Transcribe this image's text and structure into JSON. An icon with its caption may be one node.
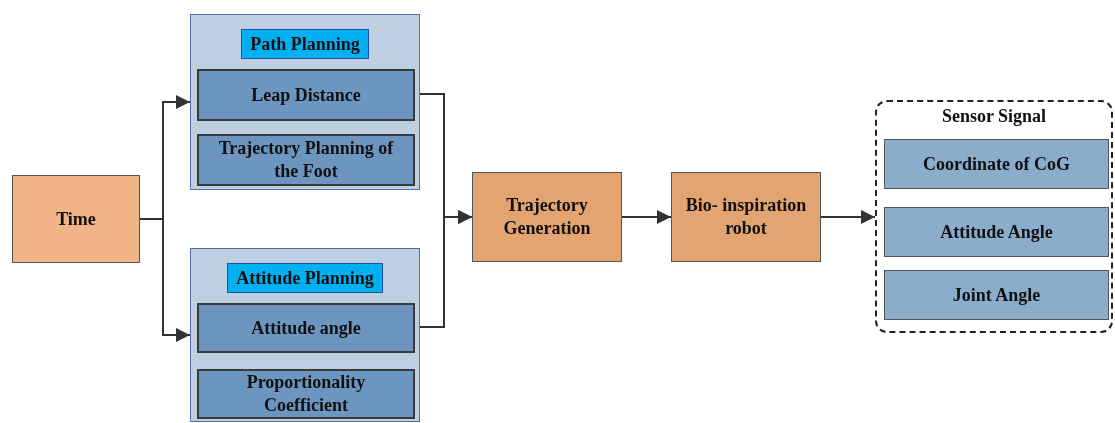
{
  "diagram": {
    "nodes": [
      {
        "text": [
          "Time"
        ]
      },
      {
        "text": [
          "Path Planning"
        ]
      },
      {
        "text": [
          "Leap Distance"
        ],
        "in": 1
      },
      {
        "text": [
          "Trajectory Planning of the Foot"
        ],
        "in": 1
      },
      {
        "text": [
          "Attitude Planning"
        ]
      },
      {
        "text": [
          "Attitude angle"
        ],
        "in": 4
      },
      {
        "text": [
          "Proportionality Coefficient"
        ],
        "in": 4
      },
      {
        "text": [
          "Trajectory Generation"
        ]
      },
      {
        "text": [
          "Bio- inspiration robot"
        ]
      },
      {
        "text": [
          "Sensor Signal"
        ]
      },
      {
        "text": [
          "Coordinate of CoG"
        ],
        "in": 9
      },
      {
        "text": [
          "Attitude Angle"
        ],
        "in": 9
      },
      {
        "text": [
          "Joint Angle"
        ],
        "in": 9
      }
    ],
    "edges": [
      {
        "from": 0,
        "to": 1,
        "arrow": "to"
      },
      {
        "from": 0,
        "to": 4,
        "arrow": "to"
      },
      {
        "from": 2,
        "to": 7,
        "arrow": "to"
      },
      {
        "from": 5,
        "to": 7,
        "arrow": "to"
      },
      {
        "from": 7,
        "to": 8,
        "arrow": "to"
      },
      {
        "from": 8,
        "to": 9,
        "arrow": "to"
      }
    ]
  }
}
